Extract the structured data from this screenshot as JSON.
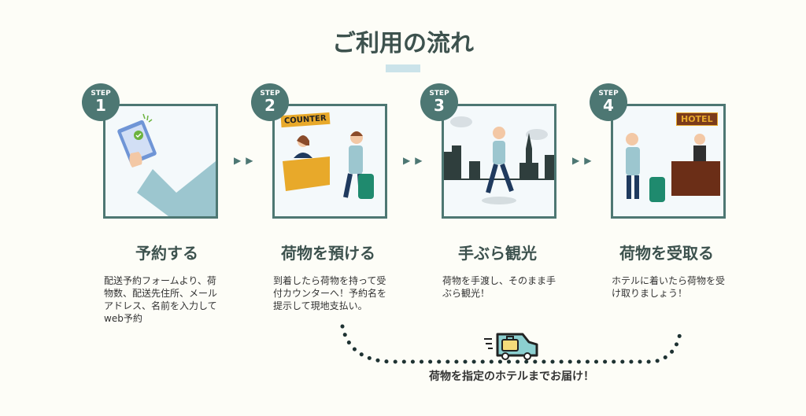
{
  "title": "ご利用の流れ",
  "steps": [
    {
      "badge": "STEP",
      "num": "1",
      "title": "予約する",
      "desc": "配送予約フォームより、荷物数、配送先住所、メールアドレス、名前を入力してweb予約"
    },
    {
      "badge": "STEP",
      "num": "2",
      "title": "荷物を預ける",
      "desc": "到着したら荷物を持って受付カウンターへ！予約名を提示して現地支払い。",
      "sign": "COUNTER"
    },
    {
      "badge": "STEP",
      "num": "3",
      "title": "手ぶら観光",
      "desc": "荷物を手渡し、そのまま手ぶら観光！"
    },
    {
      "badge": "STEP",
      "num": "4",
      "title": "荷物を受取る",
      "desc": "ホテルに着いたら荷物を受け取りましょう！",
      "sign": "HOTEL"
    }
  ],
  "arrow": "▶▶",
  "delivery_caption": "荷物を指定のホテルまでお届け！",
  "colors": {
    "accent": "#4d7773",
    "heading": "#3d524e",
    "bar": "#cbe3ea"
  }
}
